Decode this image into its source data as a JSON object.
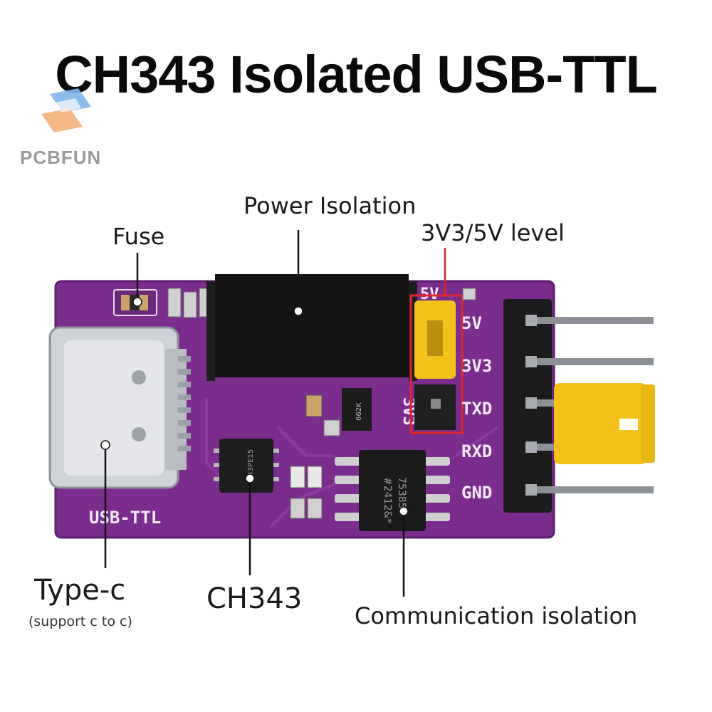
{
  "title": "CH343 Isolated USB-TTL",
  "brand": {
    "name": "PCBFUN"
  },
  "callouts": {
    "power_isolation": "Power Isolation",
    "fuse": "Fuse",
    "level": "3V3/5V level",
    "typec": "Type-c",
    "typec_note": "(support c to c)",
    "ch343": "CH343",
    "comm_isolation": "Communication isolation"
  },
  "board": {
    "silkscreen_label": "USB-TTL",
    "jumper_top": "5V",
    "jumper_bottom": "3V3",
    "pins": [
      "5V",
      "3V3",
      "TXD",
      "RXD",
      "GND"
    ],
    "chip_ch343_mark": "343PE15",
    "isolator_mark_1": "#2412&*",
    "isolator_mark_2": "753853",
    "regulator_mark": "662K"
  },
  "colors": {
    "pcb": "#7b2d8e",
    "jumper": "#f2c21b",
    "highlight": "#e0262a"
  }
}
